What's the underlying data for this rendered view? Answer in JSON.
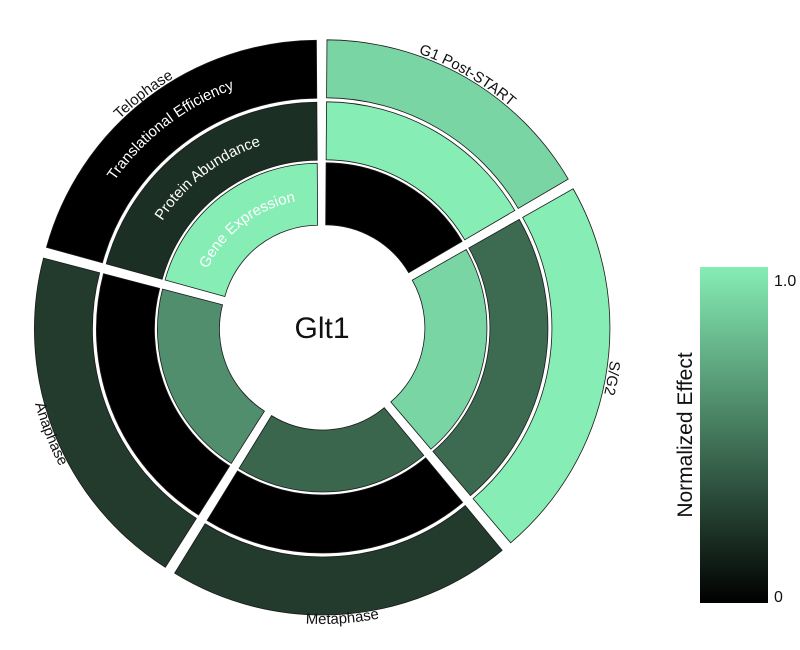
{
  "chart_data": {
    "type": "radial-heatmap",
    "title": "Glt1",
    "rings": [
      "Gene Expression",
      "Protein Abundance",
      "Translational Efficiency"
    ],
    "phases": [
      {
        "name": "G1 Post-START",
        "start_deg": 0,
        "end_deg": 60,
        "values": [
          0.0,
          1.0,
          0.9
        ]
      },
      {
        "name": "S/G2",
        "start_deg": 60,
        "end_deg": 140,
        "values": [
          0.9,
          0.45,
          1.0
        ]
      },
      {
        "name": "Metaphase",
        "start_deg": 140,
        "end_deg": 212,
        "values": [
          0.43,
          0.0,
          0.25
        ]
      },
      {
        "name": "Anaphase",
        "start_deg": 212,
        "end_deg": 285,
        "values": [
          0.6,
          0.0,
          0.25
        ]
      },
      {
        "name": "Telophase",
        "start_deg": 285,
        "end_deg": 360,
        "values": [
          1.0,
          0.2,
          0.0
        ]
      }
    ],
    "colorbar": {
      "label": "Normalized Effect",
      "min_label": "0",
      "max_label": "1.0",
      "range": [
        0,
        1
      ]
    },
    "colors": {
      "low": "#000000",
      "high": "#86EDB5"
    }
  }
}
